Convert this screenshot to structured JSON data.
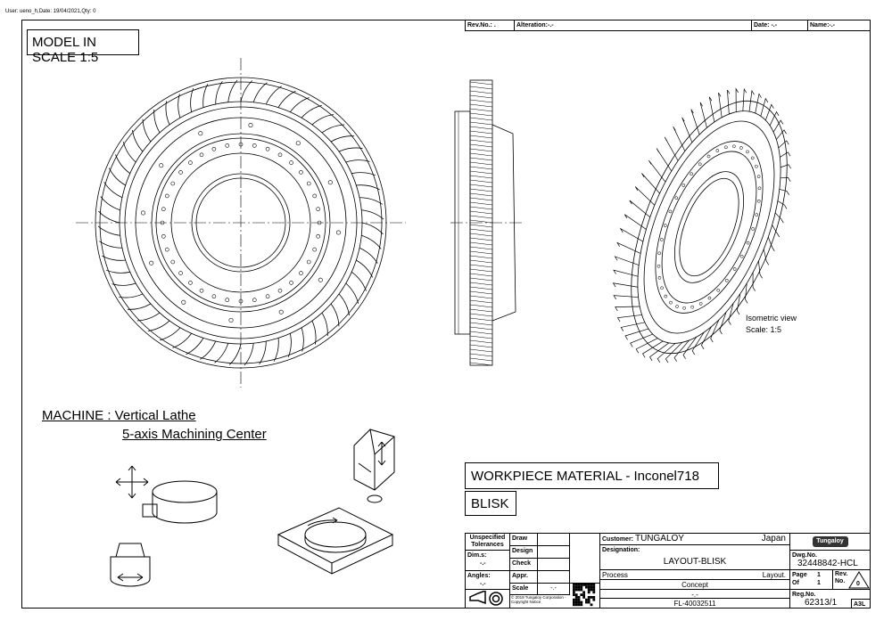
{
  "header_note": "User: ueno_h,Date: 19/04/2021,Qty: 0",
  "revision_bar": {
    "rev_no": "Rev.No.:  .",
    "alteration": "Alteration:-.-",
    "date": "Date: -.-",
    "name": "Name:-.-"
  },
  "model_scale": "MODEL IN SCALE 1:5",
  "machine": {
    "line1": "MACHINE : Vertical Lathe",
    "line2": "5-axis Machining Center"
  },
  "isometric": {
    "label": "Isometric view",
    "scale": "Scale:  1:5"
  },
  "workpiece_material": "WORKPIECE MATERIAL - Inconel718",
  "part_name": "BLISK",
  "title_block": {
    "tolerances": "Unspecified Tolerances",
    "dims_label": "Dim.s:",
    "dims_value": "-.-",
    "angles_label": "Angles:",
    "angles_value": "-.-",
    "draw": "Draw",
    "design": "Design",
    "check": "Check",
    "appr": "Appr.",
    "scale_label": "Scale",
    "scale_value": "-.-",
    "copyright": "© 2019 Tungaloy Corporation - Copyright Notice",
    "customer_label": "Customer:",
    "customer": "TUNGALOY",
    "country": "Japan",
    "designation_label": "Designation:",
    "designation": "LAYOUT-BLISK",
    "process_label": "Process",
    "process_type": "Layout.",
    "process_value": "Concept",
    "blank_value": "-.-",
    "fl_number": "FL-40032511",
    "logo": "Tungaloy",
    "dwg_label": "Dwg.No.",
    "dwg_no": "32448842-HCL",
    "page_label": "Page",
    "page": "1",
    "of_label": "Of",
    "of": "1",
    "rev_label": "Rev. No.",
    "rev": "0",
    "reg_label": "Reg.No.",
    "reg_no": "62313/1",
    "format": "A3L"
  }
}
